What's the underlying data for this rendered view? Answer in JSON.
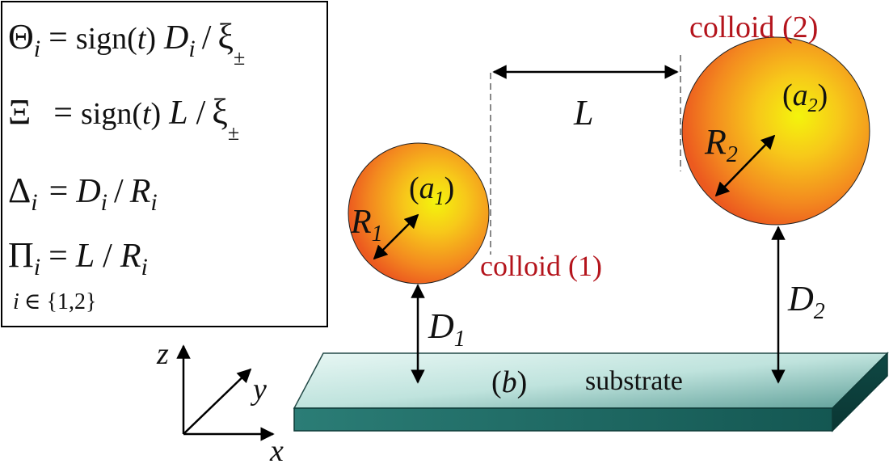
{
  "formulas": {
    "theta": {
      "lhs": "Θ",
      "lhs_sub": "i",
      "eq": "=",
      "sign": "sign(",
      "sign_arg": "t",
      "sign_close": ")",
      "var": "D",
      "var_sub": "i",
      "slash": "/",
      "xi": "ξ",
      "xi_sub": "±"
    },
    "xi_eq": {
      "lhs": "Ξ",
      "eq": "=",
      "sign": "sign(",
      "sign_arg": "t",
      "sign_close": ")",
      "var": "L",
      "slash": "/",
      "xi": "ξ",
      "xi_sub": "±"
    },
    "delta": {
      "lhs": "Δ",
      "lhs_sub": "i",
      "eq": "=",
      "var": "D",
      "var_sub": "i",
      "slash": "/",
      "den": "R",
      "den_sub": "i"
    },
    "pi": {
      "lhs": "Π",
      "lhs_sub": "i",
      "eq": "=",
      "var": "L",
      "slash": "/",
      "den": "R",
      "den_sub": "i"
    },
    "index": {
      "var": "i",
      "rest": "∈ {1,2}"
    }
  },
  "colloid1": {
    "label": "colloid (1)",
    "tag_open": "(",
    "tag": "a",
    "tag_sub": "1",
    "tag_close": ")",
    "radius": "R",
    "radius_sub": "1"
  },
  "colloid2": {
    "label": "colloid (2)",
    "tag_open": "(",
    "tag": "a",
    "tag_sub": "2",
    "tag_close": ")",
    "radius": "R",
    "radius_sub": "2"
  },
  "distances": {
    "L": "L",
    "D1": "D",
    "D1_sub": "1",
    "D2": "D",
    "D2_sub": "2"
  },
  "substrate": {
    "tag_open": "(",
    "tag": "b",
    "tag_close": ")",
    "label": "substrate"
  },
  "axes": {
    "x": "x",
    "y": "y",
    "z": "z"
  },
  "colors": {
    "sphere_center": "#f2f20a",
    "sphere_edge": "#ee5a1e",
    "substrate_top": "#cfeee9",
    "substrate_front": "#1f6e68",
    "label_red": "#b4141c"
  }
}
